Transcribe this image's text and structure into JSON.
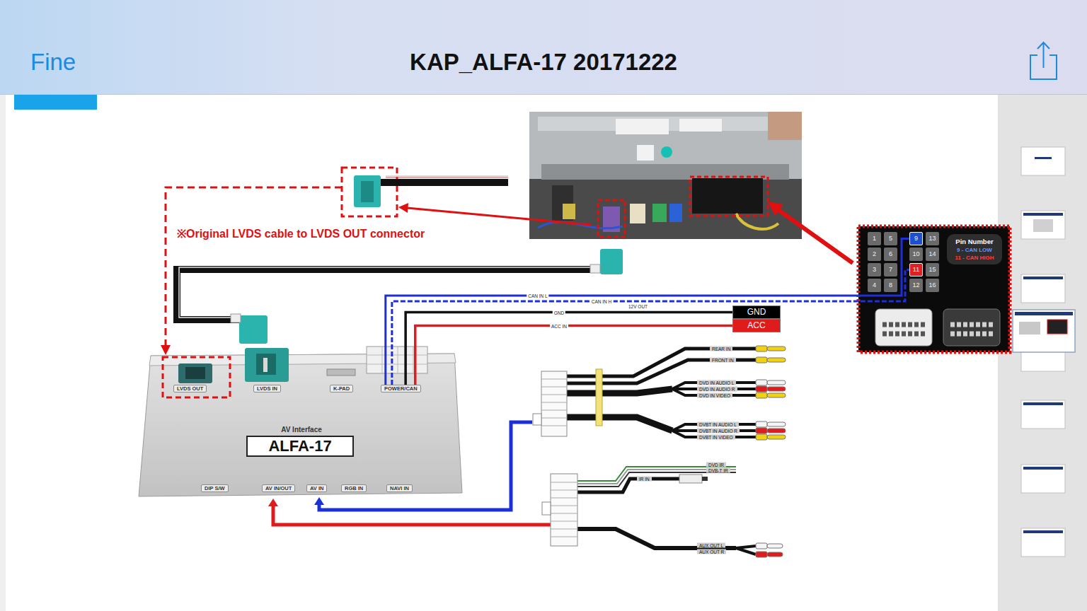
{
  "diagram": {
    "title": "KAP_ALFA-17 20171222",
    "nodes": [
      {
        "text": [
          "AV Interface",
          "ALFA-17"
        ]
      },
      {
        "text": [
          "LVDS OUT"
        ],
        "in": 0
      },
      {
        "text": [
          "LVDS IN"
        ],
        "in": 0
      },
      {
        "text": [
          "K-PAD"
        ],
        "in": 0
      },
      {
        "text": [
          "POWER/CAN"
        ],
        "in": 0
      },
      {
        "text": [
          "DIP S/W"
        ],
        "in": 0
      },
      {
        "text": [
          "AV IN/OUT"
        ],
        "in": 0
      },
      {
        "text": [
          "AV IN"
        ],
        "in": 0
      },
      {
        "text": [
          "RGB IN"
        ],
        "in": 0
      },
      {
        "text": [
          "NAVI IN"
        ],
        "in": 0
      },
      {
        "text": [
          "GND"
        ]
      },
      {
        "text": [
          "ACC"
        ]
      },
      {
        "text": [
          "Pin Number",
          "9 - CAN LOW",
          "11 - CAN HIGH"
        ]
      },
      {
        "text": [
          "1"
        ]
      },
      {
        "text": [
          "5"
        ]
      },
      {
        "text": [
          "9"
        ]
      },
      {
        "text": [
          "13"
        ]
      },
      {
        "text": [
          "2"
        ]
      },
      {
        "text": [
          "6"
        ]
      },
      {
        "text": [
          "10"
        ]
      },
      {
        "text": [
          "14"
        ]
      },
      {
        "text": [
          "3"
        ]
      },
      {
        "text": [
          "7"
        ]
      },
      {
        "text": [
          "11"
        ]
      },
      {
        "text": [
          "15"
        ]
      },
      {
        "text": [
          "4"
        ]
      },
      {
        "text": [
          "8"
        ]
      },
      {
        "text": [
          "12"
        ]
      },
      {
        "text": [
          "16"
        ]
      }
    ],
    "edges": [
      {
        "from": 4,
        "to": 15,
        "arrow": "none",
        "label": "CAN IN L"
      },
      {
        "from": 4,
        "to": 23,
        "arrow": "none",
        "label": "CAN IN H"
      },
      {
        "from": 4,
        "to": 10,
        "arrow": "none",
        "label": "GND"
      },
      {
        "from": 4,
        "to": 11,
        "arrow": "none",
        "label": "ACC IN"
      }
    ],
    "labels": [
      "Fine",
      "※Original LVDS cable to LVDS OUT connector",
      "12V OUT",
      "REAR IN",
      "FRONT IN",
      "DVD IN AUDIO L",
      "DVD IN AUDIO R",
      "DVD IN VIDEO",
      "DVBT IN AUDIO L",
      "DVBT IN AUDIO R",
      "DVBT IN VIDEO",
      "DVD IR",
      "DVB-T IR",
      "IR IN",
      "AUX OUT L",
      "AUX OUT R"
    ]
  }
}
